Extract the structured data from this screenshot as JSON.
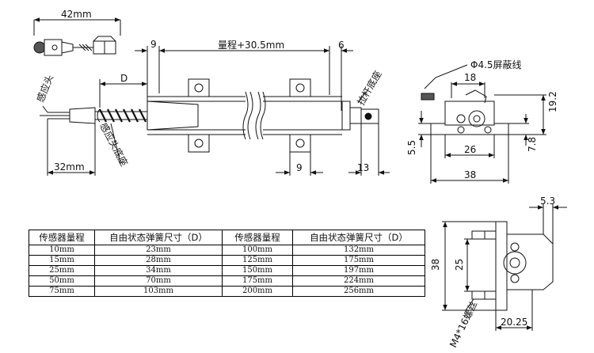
{
  "dims": {
    "top_width": "42mm",
    "left_gap": "9",
    "stroke": "量程+30.5mm",
    "right_gap": "6",
    "spring_d": "D",
    "bottom_len": "32mm",
    "bottom_9": "9",
    "bottom_13": "13",
    "side_18": "18",
    "side_19_2": "19.2",
    "side_5_5": "5.5",
    "side_26": "26",
    "side_7_8": "7.8",
    "side_38": "38",
    "end_5_3": "5.3",
    "end_38": "38",
    "end_25": "25",
    "end_20_25": "20.25"
  },
  "labels": {
    "sensor_head": "感应头",
    "sensor_head_base": "感应头底座",
    "pull_rod_base": "拉杆底座",
    "shield_wire": "Φ4.5屏蔽线",
    "screw": "M4*16螺丝"
  },
  "table": {
    "headers": [
      "传感器量程",
      "自由状态弹簧尺寸（D）",
      "传感器量程",
      "自由状态弹簧尺寸（D）"
    ],
    "rows": [
      [
        "10mm",
        "23mm",
        "100mm",
        "132mm"
      ],
      [
        "15mm",
        "28mm",
        "125mm",
        "175mm"
      ],
      [
        "25mm",
        "34mm",
        "150mm",
        "197mm"
      ],
      [
        "50mm",
        "70mm",
        "175mm",
        "224mm"
      ],
      [
        "75mm",
        "103mm",
        "200mm",
        "256mm"
      ]
    ]
  }
}
